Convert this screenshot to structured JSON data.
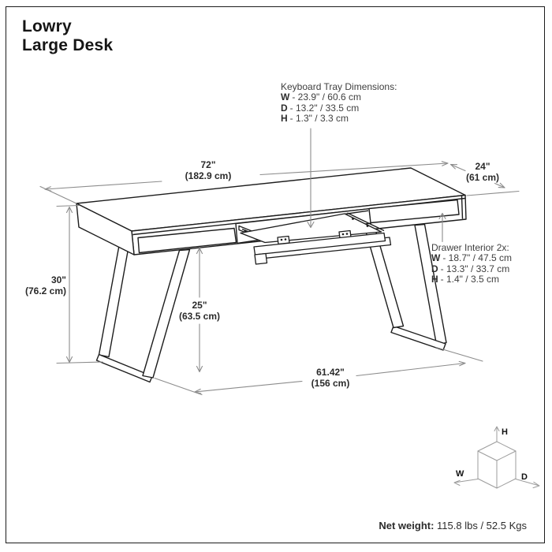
{
  "title": {
    "line1": "Lowry",
    "line2": "Large Desk"
  },
  "keyboard_tray": {
    "heading": "Keyboard Tray Dimensions:",
    "rows": [
      {
        "k": "W",
        "v": "- 23.9\" / 60.6 cm"
      },
      {
        "k": "D",
        "v": "- 13.2\" / 33.5 cm"
      },
      {
        "k": "H",
        "v": "- 1.3\" / 3.3 cm"
      }
    ]
  },
  "drawer_interior": {
    "heading": "Drawer Interior 2x:",
    "rows": [
      {
        "k": "W",
        "v": "- 18.7\" / 47.5 cm"
      },
      {
        "k": "D",
        "v": "- 13.3\" / 33.7 cm"
      },
      {
        "k": "H",
        "v": "- 1.4\" / 3.5 cm"
      }
    ]
  },
  "dimensions": {
    "width": {
      "in": "72\"",
      "cm": "(182.9 cm)"
    },
    "depth": {
      "in": "24\"",
      "cm": "(61 cm)"
    },
    "height": {
      "in": "30\"",
      "cm": "(76.2 cm)"
    },
    "clearance": {
      "in": "25\"",
      "cm": "(63.5 cm)"
    },
    "leg_span": {
      "in": "61.42\"",
      "cm": "(156 cm)"
    }
  },
  "axis_cube": {
    "h": "H",
    "w": "W",
    "d": "D"
  },
  "footer": {
    "net_weight_label": "Net weight:",
    "net_weight_value": "115.8 lbs / 52.5 Kgs"
  },
  "colors": {
    "line": "#1d1d1d",
    "dimension": "#8c8c8c",
    "text": "#3f3f3f"
  }
}
